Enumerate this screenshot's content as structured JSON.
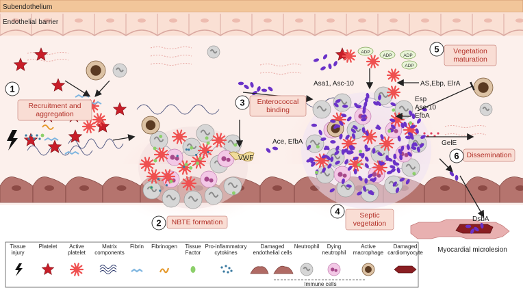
{
  "layers": {
    "subendothelium": "Subendothelium",
    "endothelial_barrier": "Endothelial barrier"
  },
  "steps": [
    {
      "number": "1",
      "label_lines": [
        "Recruitment and",
        "aggregation"
      ]
    },
    {
      "number": "2",
      "label_lines": [
        "NBTE formation"
      ]
    },
    {
      "number": "3",
      "label_lines": [
        "Enterococcal",
        "binding"
      ]
    },
    {
      "number": "4",
      "label_lines": [
        "Septic",
        "vegetation"
      ]
    },
    {
      "number": "5",
      "label_lines": [
        "Vegetation",
        "maturation"
      ]
    },
    {
      "number": "6",
      "label_lines": [
        "Dissemination"
      ]
    }
  ],
  "annotations": {
    "adp": "ADP",
    "asa1_asc10": "Asa1, Asc-10",
    "as_ebp_elra": "AS,Ebp, ElrA",
    "esp": "Esp",
    "asc10": "Asc-10",
    "efba": "EfbA",
    "ace_efba": "Ace, EfbA",
    "vwf": "VWF",
    "gele": "GelE",
    "dsba": "DsbA",
    "myocardial_microlesion": "Myocardial microlesion"
  },
  "legend": {
    "items": [
      {
        "label_lines": [
          "Tissue",
          "injury"
        ],
        "icon": "lightning-icon"
      },
      {
        "label_lines": [
          "Platelet"
        ],
        "icon": "platelet-icon"
      },
      {
        "label_lines": [
          "Active",
          "platelet"
        ],
        "icon": "active-platelet-icon"
      },
      {
        "label_lines": [
          "Matrix",
          "components"
        ],
        "icon": "matrix-fibers-icon"
      },
      {
        "label_lines": [
          "Fibrin"
        ],
        "icon": "fibrin-icon"
      },
      {
        "label_lines": [
          "Fibrinogen"
        ],
        "icon": "fibrinogen-icon"
      },
      {
        "label_lines": [
          "Tissue",
          "Factor"
        ],
        "icon": "tissue-factor-icon"
      },
      {
        "label_lines": [
          "Pro-inflammatory",
          "cytokines"
        ],
        "icon": "cytokines-icon"
      },
      {
        "label_lines": [
          "Damaged",
          "endothelial cells"
        ],
        "icon": "damaged-endothelial-icon"
      },
      {
        "label_lines": [
          "Neutrophil"
        ],
        "icon": "neutrophil-icon"
      },
      {
        "label_lines": [
          "Dying",
          "neutrophil"
        ],
        "icon": "dying-neutrophil-icon"
      },
      {
        "label_lines": [
          "Active",
          "macrophage"
        ],
        "icon": "macrophage-icon"
      },
      {
        "label_lines": [
          "Damaged",
          "cardiomyocyte"
        ],
        "icon": "cardiomyocyte-icon"
      }
    ],
    "immune_cells": "Immune cells"
  },
  "colors": {
    "subendothelium": "#f2c69a",
    "endothelium": "#fae0d4",
    "lumen": "#fcf0ec",
    "tissue": "#b06a64",
    "platelet": "#c81d28",
    "active_platelet": "#ef5050",
    "bacteria": "#6a32c8",
    "label_box": "#f9ddd4",
    "label_text": "#b3322a"
  }
}
